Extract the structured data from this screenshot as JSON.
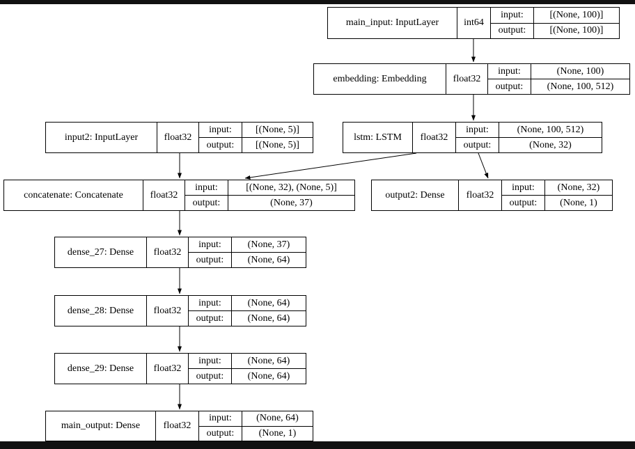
{
  "labels": {
    "input": "input:",
    "output": "output:"
  },
  "nodes": {
    "main_input": {
      "label": "main_input: InputLayer",
      "dtype": "int64",
      "input": "[(None, 100)]",
      "output": "[(None, 100)]"
    },
    "embedding": {
      "label": "embedding: Embedding",
      "dtype": "float32",
      "input": "(None, 100)",
      "output": "(None, 100, 512)"
    },
    "input2": {
      "label": "input2: InputLayer",
      "dtype": "float32",
      "input": "[(None, 5)]",
      "output": "[(None, 5)]"
    },
    "lstm": {
      "label": "lstm: LSTM",
      "dtype": "float32",
      "input": "(None, 100, 512)",
      "output": "(None, 32)"
    },
    "concatenate": {
      "label": "concatenate: Concatenate",
      "dtype": "float32",
      "input": "[(None, 32), (None, 5)]",
      "output": "(None, 37)"
    },
    "output2": {
      "label": "output2: Dense",
      "dtype": "float32",
      "input": "(None, 32)",
      "output": "(None, 1)"
    },
    "dense_27": {
      "label": "dense_27: Dense",
      "dtype": "float32",
      "input": "(None, 37)",
      "output": "(None, 64)"
    },
    "dense_28": {
      "label": "dense_28: Dense",
      "dtype": "float32",
      "input": "(None, 64)",
      "output": "(None, 64)"
    },
    "dense_29": {
      "label": "dense_29: Dense",
      "dtype": "float32",
      "input": "(None, 64)",
      "output": "(None, 64)"
    },
    "main_output": {
      "label": "main_output: Dense",
      "dtype": "float32",
      "input": "(None, 64)",
      "output": "(None, 1)"
    }
  }
}
